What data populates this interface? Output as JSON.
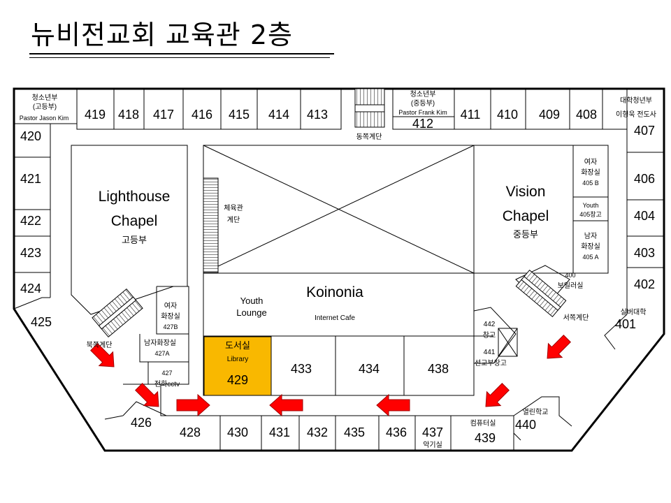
{
  "title": "뉴비전교회 교육관 2층",
  "colors": {
    "library": "#f9b800",
    "arrow": "#ff0000",
    "arrow_stroke": "#a00000",
    "line": "#000000"
  },
  "rooms": {
    "r401": "401",
    "r402": "402",
    "r403": "403",
    "r404": "404",
    "r406": "406",
    "r407": "407",
    "r408": "408",
    "r409": "409",
    "r410": "410",
    "r411": "411",
    "r412": "412",
    "r413": "413",
    "r414": "414",
    "r415": "415",
    "r416": "416",
    "r417": "417",
    "r418": "418",
    "r419": "419",
    "r420": "420",
    "r421": "421",
    "r422": "422",
    "r423": "423",
    "r424": "424",
    "r425": "425",
    "r426": "426",
    "r428": "428",
    "r429": "429",
    "r430": "430",
    "r431": "431",
    "r432": "432",
    "r433": "433",
    "r434": "434",
    "r435": "435",
    "r436": "436",
    "r437": "437",
    "r438": "438",
    "r439": "439",
    "r440": "440"
  },
  "labels": {
    "youth_ko": "청소년부",
    "highschool_paren": "(고등부)",
    "pastor_jason": "Pastor Jason Kim",
    "middle_paren": "(중등부)",
    "pastor_frank": "Pastor Frank Kim",
    "college": "대학청년부",
    "pastor_lee": "이형욱 전도사",
    "east_stairs": "동쪽계단",
    "west_stairs": "서쪽계단",
    "north_stairs": "북쪽계단",
    "lighthouse_1": "Lighthouse",
    "lighthouse_2": "Chapel",
    "highschool": "고등부",
    "gym_1": "체육관",
    "gym_2": "계단",
    "vision_1": "Vision",
    "vision_2": "Chapel",
    "middleschool": "중등부",
    "women_1": "여자",
    "women_2": "화장실",
    "women_405b": "405 B",
    "youth_405": "Youth",
    "storage_405": "405창고",
    "men_1": "남자",
    "men_2": "화장실",
    "men_405a": "405 A",
    "n400": "400",
    "boiler": "보일러실",
    "koinonia": "Koinonia",
    "internet_cafe": "Internet Cafe",
    "youth_lounge_1": "Youth",
    "youth_lounge_2": "Lounge",
    "women427_1": "여자",
    "women427_2": "화장실",
    "r427b": "427B",
    "men427": "남자화장실",
    "r427a": "427A",
    "r427": "427",
    "cctv": "전화cctv",
    "library_ko": "도서실",
    "library_en": "Library",
    "n442": "442",
    "storage442": "창고",
    "n441": "441",
    "mission_storage": "선교부창고",
    "senior_college": "실버대학",
    "open_school": "열린학교",
    "computer_room": "컴퓨터실",
    "instrument_room": "악기실"
  }
}
